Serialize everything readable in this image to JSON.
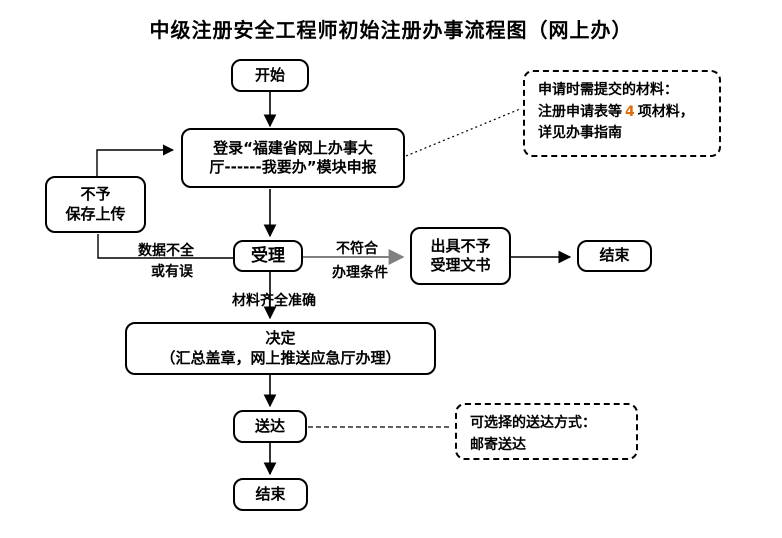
{
  "title": "中级注册安全工程师初始注册办事流程图（网上办）",
  "colors": {
    "line": "#000000",
    "gray_line": "#808080",
    "highlight": "#E26B0A"
  },
  "nodes": {
    "start": {
      "label": "开始"
    },
    "login": {
      "line1": "登录“福建省网上办事大",
      "line2": "厅------我要办”模块申报"
    },
    "no_save": {
      "line1": "不予",
      "line2": "保存上传"
    },
    "accept": {
      "label": "受理"
    },
    "reject_doc": {
      "line1": "出具不予",
      "line2": "受理文书"
    },
    "end_right": {
      "label": "结束"
    },
    "decision": {
      "line1": "决定",
      "line2": "（汇总盖章，网上推送应急厅办理）"
    },
    "deliver": {
      "label": "送达"
    },
    "end_bottom": {
      "label": "结束"
    }
  },
  "edge_labels": {
    "data_incomplete_line1": "数据不全",
    "data_incomplete_line2": "或有误",
    "not_qualified_line1": "不符合",
    "not_qualified_line2": "办理条件",
    "materials_complete": "材料齐全准确"
  },
  "callouts": {
    "materials": {
      "line1": "申请时需提交的材料：",
      "line2_prefix": "注册申请表等",
      "line2_highlight": "4",
      "line2_suffix": "项材料，",
      "line3": "详见办事指南"
    },
    "delivery": {
      "line1": "可选择的送达方式：",
      "line2": "邮寄送达"
    }
  }
}
